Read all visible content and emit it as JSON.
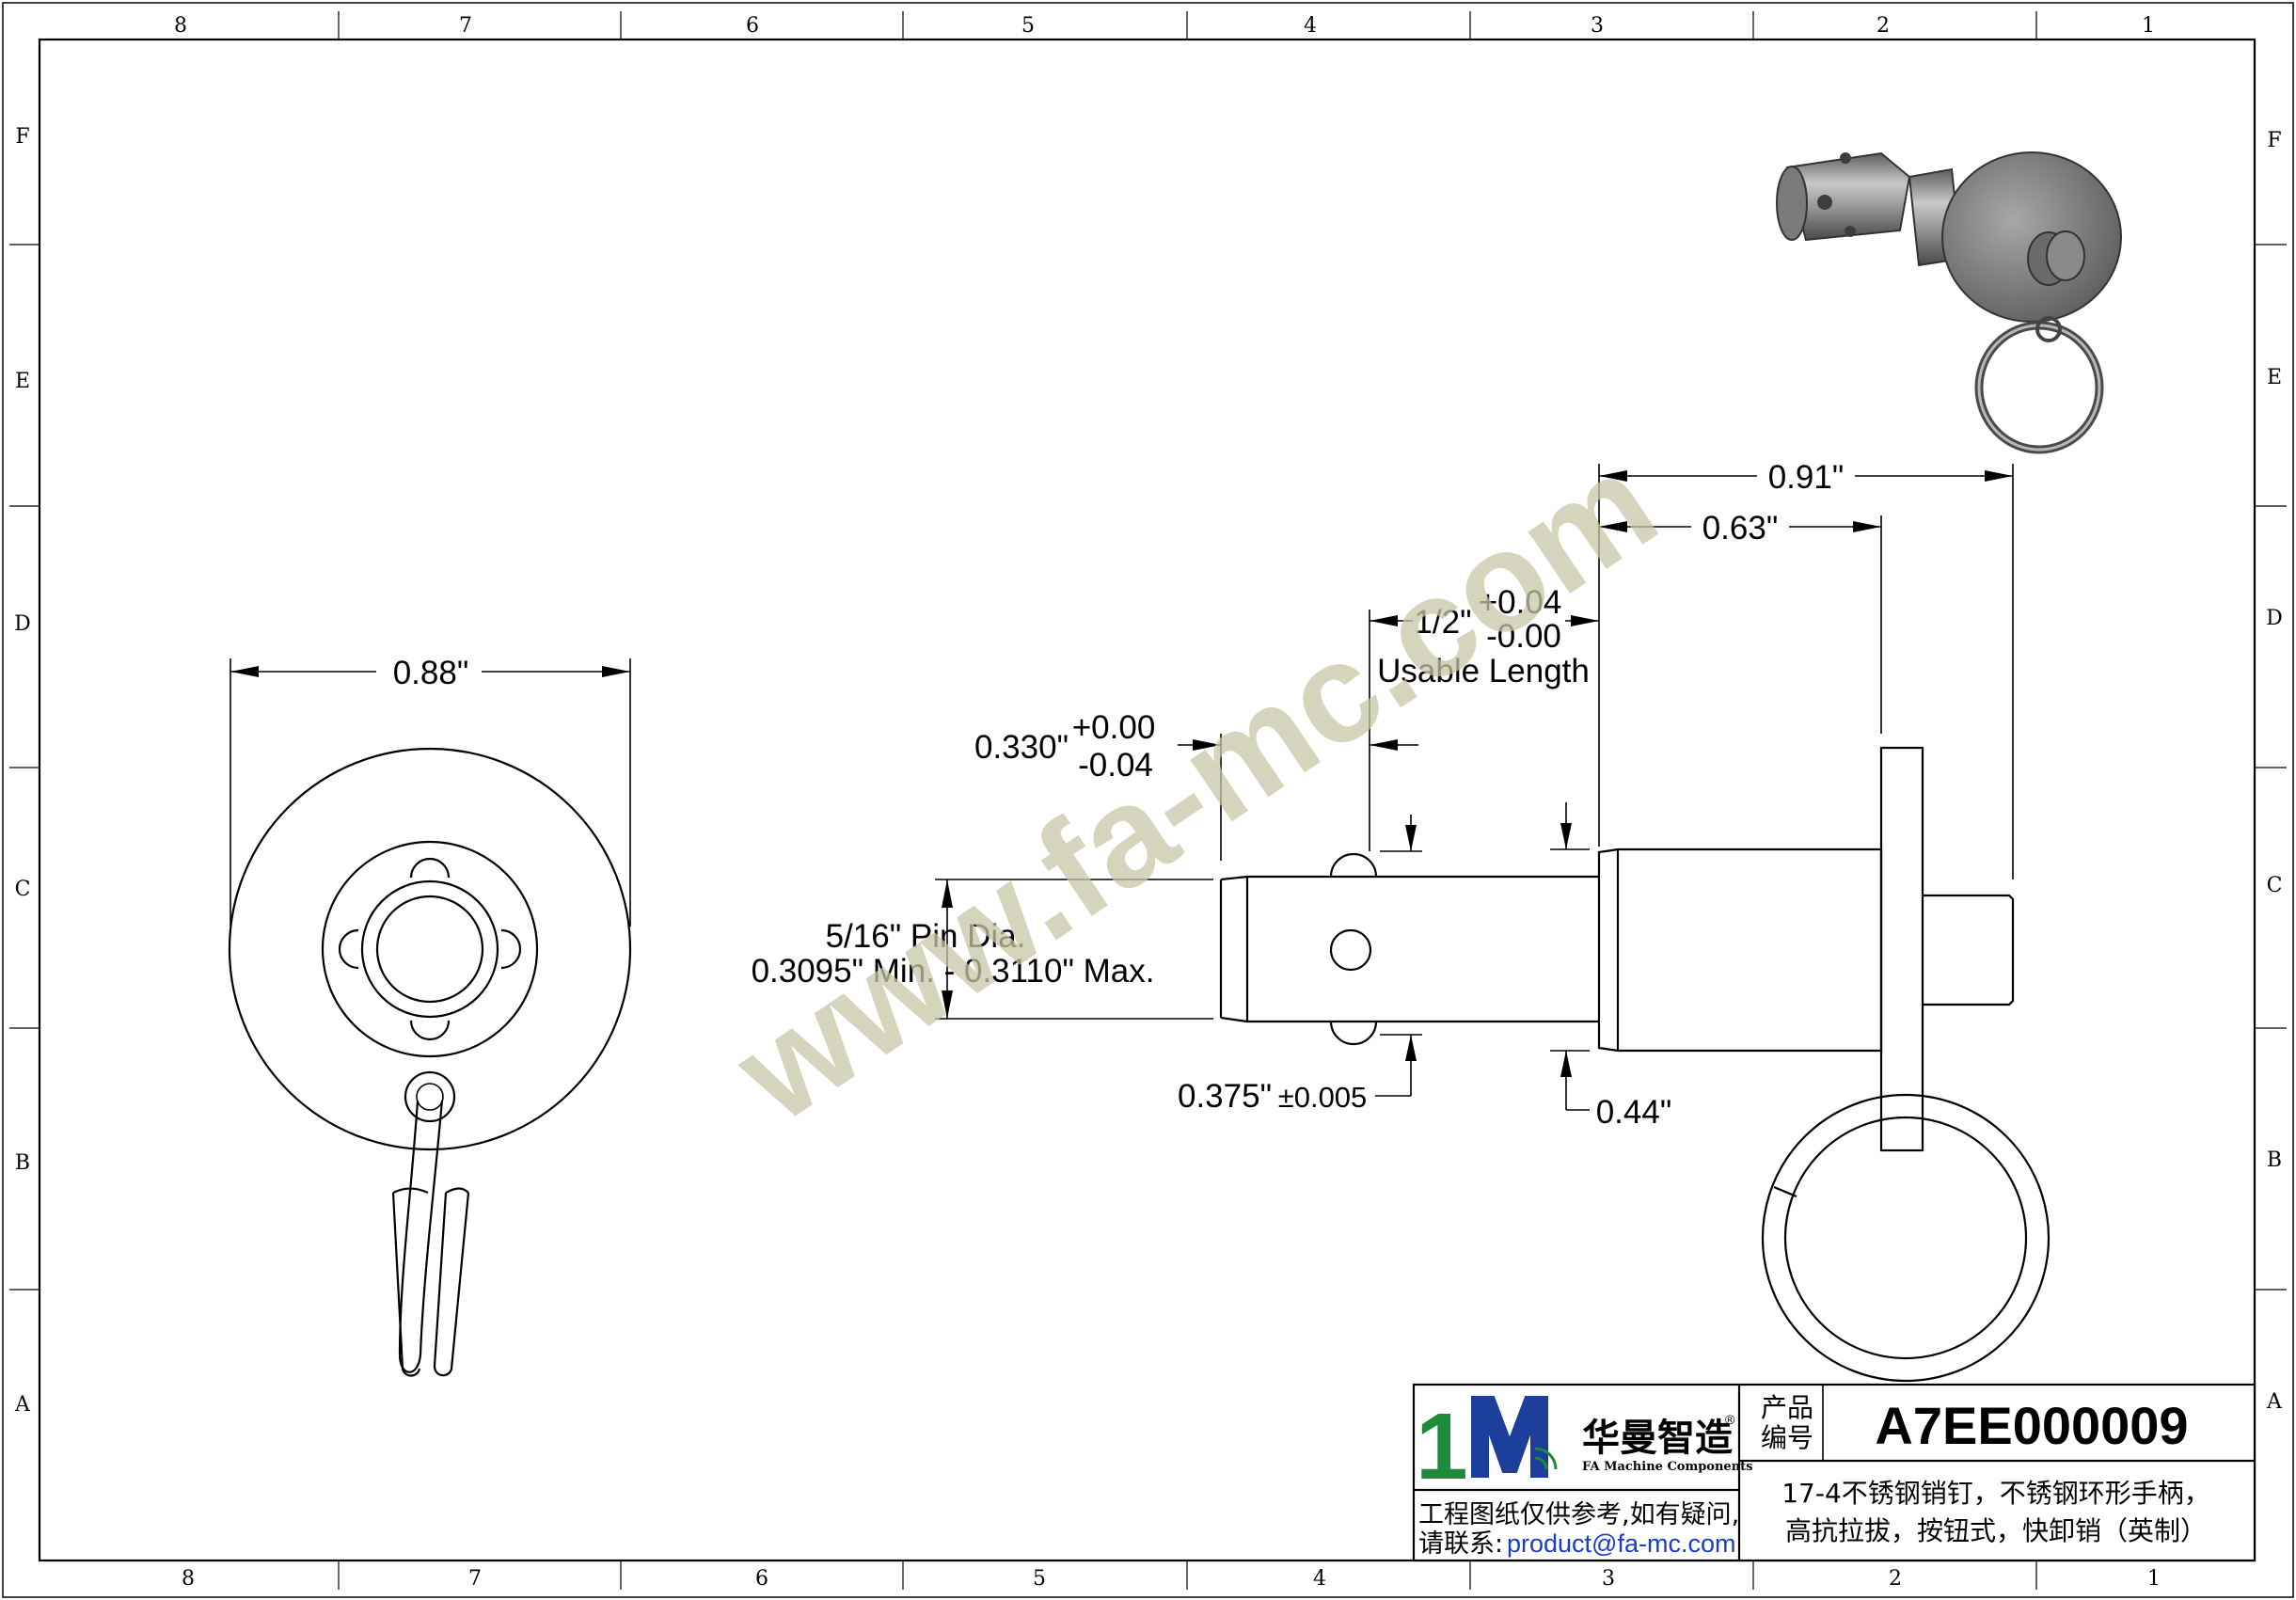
{
  "zones": {
    "columns": [
      "8",
      "7",
      "6",
      "5",
      "4",
      "3",
      "2",
      "1"
    ],
    "rows": [
      "F",
      "E",
      "D",
      "C",
      "B",
      "A"
    ]
  },
  "dimensions": {
    "flange_dia": "0.88\"",
    "overall": "0.91\"",
    "shoulder": "0.63\"",
    "usable_nominal": "1/2\"",
    "usable_tol_plus": "+0.04",
    "usable_tol_minus": "-0.00",
    "usable_caption": "Usable Length",
    "ball_pos": "0.330\"",
    "ball_tol_plus": "+0.00",
    "ball_tol_minus": "-0.04",
    "pin_dia_title": "5/16\" Pin Dia.",
    "pin_dia_range": "0.3095\" Min. - 0.3110\" Max.",
    "ball_dia": "0.375\"",
    "ball_dia_tol": "±0.005",
    "shoulder_dia": "0.44\""
  },
  "watermark": "www.fa-mc.com",
  "title_block": {
    "logo_mark": "1M",
    "brand_cn": "华曼智造",
    "brand_en": "FA Machine Components",
    "registered": "®",
    "product_label_1": "产品",
    "product_label_2": "编号",
    "product_code": "A7EE000009",
    "desc_line_1": "17-4不锈钢销钉，不锈钢环形手柄，",
    "desc_line_2": "高抗拉拔，按钮式，快卸销（英制）",
    "note_line_1": "工程图纸仅供参考,如有疑问,",
    "note_line_2_prefix": "请联系:",
    "contact_email": "product@fa-mc.com"
  },
  "colors": {
    "logo_green": "#1f8a3c",
    "logo_blue": "#1b3f9a",
    "email_blue": "#1a3cc8",
    "watermark": "#c8c8a8",
    "part_fill": "#8f8f8f"
  }
}
